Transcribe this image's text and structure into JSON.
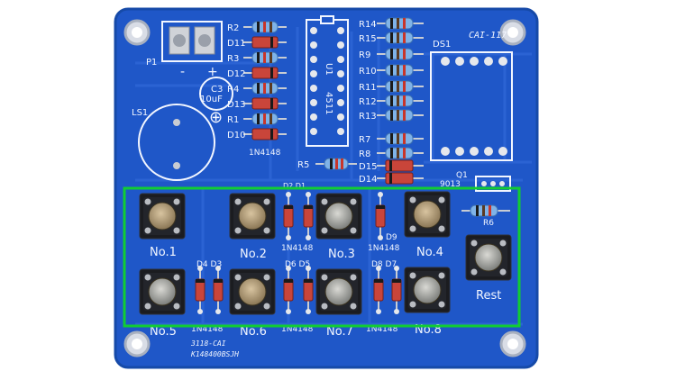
{
  "board": {
    "color": "#1f57c8",
    "silk_color": "#f2f6ff",
    "header_labels": {
      "p1": "P1",
      "minus": "-",
      "plus": "+"
    },
    "cap_labels": {
      "ref": "C3",
      "value": "10uF"
    },
    "buzzer_label": "LS1",
    "ic": {
      "ref": "U1",
      "part": "4511"
    },
    "display_ref": "DS1",
    "board_code": "CAI-117",
    "left_resistor_labels": [
      "R2",
      "D11",
      "R3",
      "D12",
      "R4",
      "D13",
      "R1",
      "D10"
    ],
    "left_diode_part": "1N4148",
    "right_resistor_labels": [
      "R14",
      "R15",
      "R9",
      "R10",
      "R11",
      "R12",
      "R13",
      "R7",
      "R8",
      "D15",
      "D14"
    ],
    "r5_label": "R5",
    "transistor": {
      "ref": "Q1",
      "part": "9013"
    },
    "r6_label": "R6",
    "diode_pair_top": "D2 D1",
    "d9_label": "D9",
    "diode_part_top_left": "1N4148",
    "diode_part_top_right": "1N4148",
    "bottom_diode_labels": [
      "D4 D3",
      "D6 D5",
      "D8 D7"
    ],
    "bottom_diode_parts": [
      "1N4148",
      "1N4148",
      "1N4148"
    ],
    "footer_lines": [
      "3118-CAI",
      "K148400BSJH"
    ]
  },
  "buttons": [
    {
      "label": "No.1"
    },
    {
      "label": "No.2"
    },
    {
      "label": "No.3"
    },
    {
      "label": "No.4"
    },
    {
      "label": "Rest"
    },
    {
      "label": "No.5"
    },
    {
      "label": "No.6"
    },
    {
      "label": "No.7"
    },
    {
      "label": "No.8"
    }
  ],
  "highlight": {
    "color": "#11cc33"
  }
}
